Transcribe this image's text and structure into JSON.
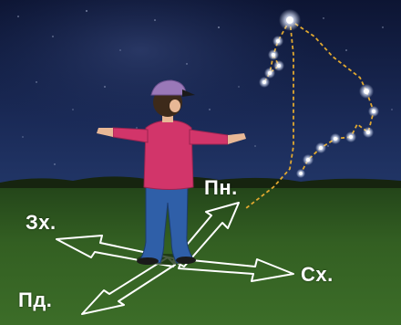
{
  "directions": {
    "north": "Пн.",
    "west": "Зх.",
    "east": "Сх.",
    "south": "Пд."
  },
  "colors": {
    "sky_top": "#101a3a",
    "sky_bottom": "#1e3060",
    "grass": "#2f5a1e",
    "shirt": "#d2356a",
    "jeans": "#2f5fa8",
    "cap": "#9a78b8",
    "star_line": "#e0a830"
  },
  "icons": {
    "compass": "compass-arrows-icon",
    "pole_star": "pole-star-icon"
  }
}
